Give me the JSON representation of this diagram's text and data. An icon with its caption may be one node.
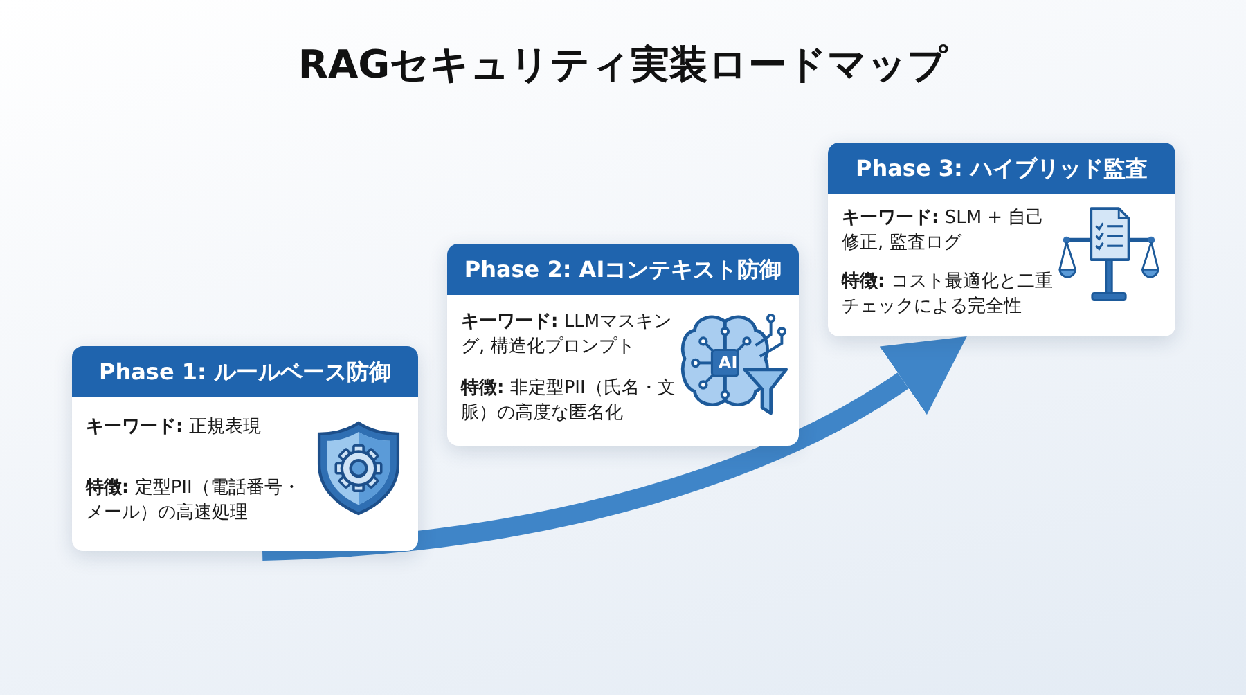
{
  "diagram": {
    "title": "RAGセキュリティ実装ロードマップ",
    "nodes": [
      {
        "text": [
          "Phase 1: ルールベース防御",
          "**キーワード:** 正規表現",
          "**特徴:** 定型PII（電話番号・メール）の高速処理"
        ]
      },
      {
        "text": [
          "Phase 2: AIコンテキスト防御",
          "**キーワード:** LLMマスキング, 構造化プロンプト",
          "**特徴:** 非定型PII（氏名・文脈）の高度な匿名化"
        ]
      },
      {
        "text": [
          "Phase 3: ハイブリッド監査",
          "**キーワード:** SLM + 自己修正, 監査ログ",
          "**特徴:** コスト最適化と二重チェックによる完全性"
        ]
      }
    ],
    "edges": [
      {
        "from": 0,
        "to": 2,
        "arrow": "to"
      }
    ],
    "labels": [
      "AI"
    ]
  }
}
